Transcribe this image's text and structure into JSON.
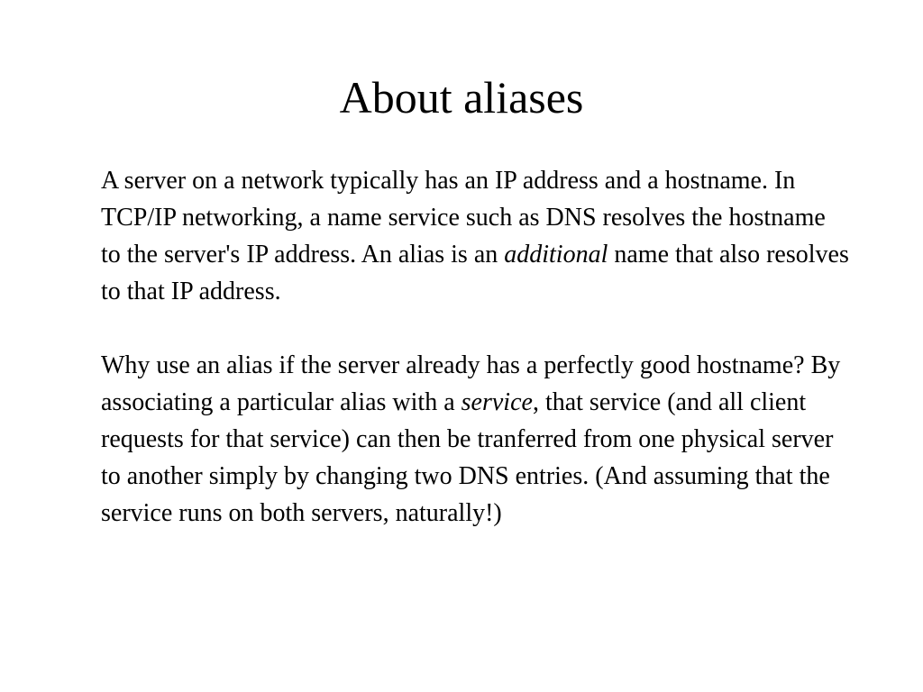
{
  "slide": {
    "title": "About aliases",
    "paragraphs": [
      {
        "segments": [
          "A server on a network typically has an IP address and a hostname. In TCP/IP networking, a name service such as DNS resolves the hostname to the server's IP address. An alias is an ",
          "additional",
          " name that also resolves to that IP address."
        ]
      },
      {
        "segments": [
          "Why use an alias if the server already has a perfectly good hostname? By associating a particular alias with a ",
          "service",
          ", that service (and all client requests for that service) can then be tranferred from one physical server to another simply by changing two DNS entries. (And assuming that the service runs on both servers, naturally!)"
        ]
      }
    ]
  }
}
